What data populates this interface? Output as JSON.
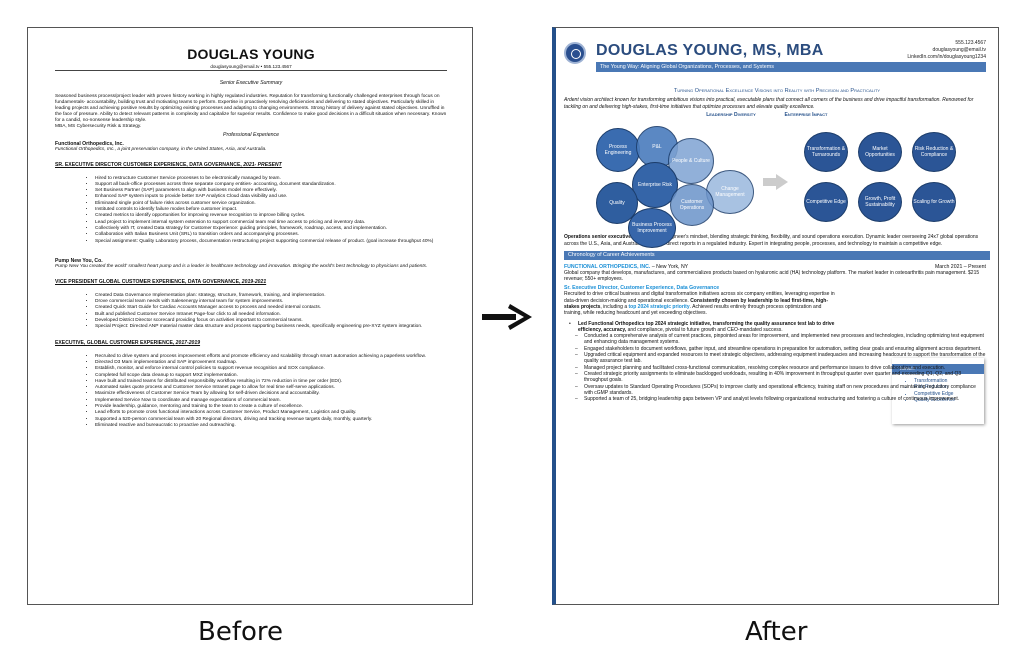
{
  "before": {
    "name": "DOUGLAS YOUNG",
    "contact": "douglasyoung@email.tv • 555.123.4567",
    "subtitle": "Senior Executive Summary",
    "summary": "Seasoned business process/project leader with proven history working in highly regulated industries. Reputation for transforming functionally challenged enterprises through focus on fundamentals- accountability, building trust and motivating teams to perform. Expertise in proactively resolving deficiencies and delivering to stated objectives. Particularly skilled in leading projects and achieving positive results by optimizing existing processes and adapting to changing environments. Strong history of delivery against stated objectives. Unruffled in the face of pressure. Ability to detect relevant patterns in complexity and capitalize for superior results. Confidence to make good decisions in a difficult situation when necessary. Known for a candid, no-nonsense leadership style.",
    "education": "MBA, MS Cybersecurity Risk & Strategy.",
    "exp_heading": "Professional Experience",
    "jobs": [
      {
        "company": "Functional Orthopedics, Inc.",
        "desc": "Functional Orthopedics, Inc., a joint preservation company, in the United States, Asia, and Australia.",
        "role": "SR. EXECUTIVE DIRECTOR CUSTOMER EXPERIENCE, DATA GOVERNANCE, ",
        "dates": "2021- PRESENT",
        "bullets": [
          "Hired to restructure Customer Service processes to be electronically managed by team.",
          "Support all back-office processes across three separate company entities- accounting, document standardization.",
          "Set Business Partner (SAP) parameters to align with business model more effectively.",
          "Enhanced SAP system inputs to provide better SAP Analytics Cloud data visibility and use.",
          "Eliminated single point of failure risks across customer service organization.",
          "Instituted controls to identify failure modes before customer impact.",
          "Created metrics to identify opportunities for improving revenue recognition to improve billing cycles.",
          "Lead project to implement internal system extension to support commercial team real time access to pricing and inventory data.",
          "Collectively with IT, created Data strategy for Customer Experience: guiding principles, framework, roadmap, access, and implementation.",
          "Collaboration with Italian Business Unit (SRL) to transition orders and accompanying processes.",
          "Special assignment: Quality Laboratory process, documentation restructuring project supporting commercial release of product. (goal increase throughput 40%)"
        ]
      },
      {
        "company": "Pump New You, Co.",
        "desc": "Pump New You created the world' smallest heart pump and is a leader in healthcare technology and innovation. Bringing the world's best technology to physicians and patients.",
        "role": "VICE PRESIDENT GLOBAL CUSTOMER EXPERIENCE, DATA GOVERNANCE, ",
        "dates": "2019-2021",
        "bullets": [
          "Created Data Governance Implementation plan: strategy, structure, framework, training, and implementation.",
          "Drove commercial team needs with Salesenergy internal team for system improvements.",
          "Created Quick Start Guide for Cardiac Accounts Manager access to process and needed internal contacts.",
          "Built and published Customer Service Intranet Page-four click to all needed information.",
          "Developed District Director scorecard providing focus on activities important to commercial teams.",
          "Special Project: Directed ANP material master data structure and process supporting business needs, specifically engineering pre-XYZ system integration."
        ]
      },
      {
        "company": "",
        "desc": "",
        "role": "EXECUTIVE, GLOBAL CUSTOMER EXPERIENCE, ",
        "dates": "2017-2019",
        "bullets": [
          "Recruited to drive system and process improvement efforts and promote efficiency and scalability through smart automation achieving a paperless workflow.",
          "Directed D3 Mam implementation and SAP improvement roadmap.",
          "Establish, monitor, and enforce internal control policies to support revenue recognition and SOX compliance.",
          "Completed full scope data cleanup to support MXZ implementation.",
          "Have built and trained teams for distributed responsibility workflow resulting in 72% reduction in time per order (EDI).",
          "Automated sales quote process and Customer Service Intranet page to allow for real time self-serve applications.",
          "Maximize effectiveness of Customer Service Team by allowing for self-driven decisions and accountability.",
          "Implemented Service Now to coordinate and manage expectations of commercial team.",
          "Provide leadership, guidance, mentoring and training to the team to create a culture of excellence.",
          "Lead efforts to promote cross functional interactions across Customer Service, Product Management, Logistics and Quality.",
          "Supported a 520-person commercial team with 20 Regional directors, driving and tracking revenue targets daily, monthly, quarterly.",
          "Eliminated reactive and bureaucratic to proactive and outreaching."
        ]
      }
    ]
  },
  "after": {
    "name": "DOUGLAS YOUNG, MS, MBA",
    "contact": [
      "555.123.4567",
      "douglasyoung@email.tv",
      "LinkedIn.com/in/douglasyoung1234"
    ],
    "band": "The Young Way: Aligning Global Organizations, Processes, and Systems",
    "tagline": "Turning Operational Excellence Visions into Reality with Precision and Practicality",
    "intro": "Ardent vision architect known for transforming ambitious visions into practical, executable plans that connect all corners of the business and drive impactful transformation. Renowned for tackling on and delivering high-stakes, first-time initiatives that optimize processes and elevate quality excellence.",
    "leadership_title": "Leadership Diversity",
    "impact_title": "Enterprise Impact",
    "leadership": [
      "Process Engineering",
      "P&L",
      "People & Culture",
      "Enterprise Risk",
      "Change Management",
      "Quality",
      "Customer Operations",
      "Business Process Improvement"
    ],
    "impacts": [
      "Transformation & Turnarounds",
      "Market Opportunities",
      "Risk Reduction & Compliance",
      "Competitive Edge",
      "Growth, Profit Sustainability",
      "Scaling for Growth"
    ],
    "profile_lead": "Operations senior executive",
    "profile": " with a process engineer's mindset, blending strategic thinking, flexibility, and sound operations execution. Dynamic leader overseeing 24x7 global operations across the U.S., Asia, and Australia with 210+ direct reports in a regulated industry. Expert in integrating people, processes, and technology to maintain a competitive edge.",
    "chron": "Chronology of Career Achievements",
    "company": "FUNCTIONAL ORTHOPEDICS, INC.",
    "location": " – New York, NY",
    "dates": "March 2021 – Present",
    "company_desc": "Global company that develops, manufactures, and commercializes products based on hyaluronic acid (HA) technology platform. The market leader in osteoarthritis pain management. $215 revenue; 550+ employees.",
    "role": "Sr. Executive Director, Customer Experience, Data Governance",
    "role_desc_a": "Recruited to drive critical business and digital transformation initiatives across six company entities, leveraging expertise in data-driven decision-making and operational excellence. ",
    "role_desc_b": "Consistently chosen by leadership to lead first-time, high-stakes projects",
    "role_desc_c": ", including a ",
    "role_desc_d": "top 2024 strategic priority",
    "role_desc_e": ". Achieved results entirely through process optimization and training, while reducing headcount and yet exceeding objectives.",
    "impact_box_title": "Impact",
    "impact_box": [
      "Transformation",
      "Risk Reduction",
      "Competitive Edge",
      "Quality Excellence"
    ],
    "lead_bold": "Led Functional Orthopedics top 2024 strategic initiative, transforming the quality assurance test lab to drive efficiency, accuracy,",
    "lead_rest": " and compliance, pivotal to future growth and CEO-mandated success.",
    "dashes": [
      "Conducted a comprehensive analysis of current practices, pinpointed areas for improvement, and implemented new processes and technologies, including optimizing test equipment and enhancing data management systems.",
      "Engaged stakeholders to document workflows, gather input, and streamline operations in preparation for automation, setting clear goals and ensuring alignment across department.",
      "Upgraded critical equipment and expanded resources to meet strategic objectives, addressing equipment inadequacies and increasing headcount to support the transformation of the quality assurance test lab.",
      "Managed project planning and facilitated cross-functional communication, resolving complex resource and performance issues to drive collaboration and execution.",
      "Created strategic priority assignments to eliminate backlogged workloads, resulting in 40% improvement in throughput quarter over quarter and exceeding Q1, Q2, and Q3 throughput goals.",
      "Oversaw updates to Standard Operating Procedures (SOPs) to improve clarity and operational efficiency, training staff on new procedures and maintaining regulatory compliance with cGMP standards.",
      "Supported a team of 25, bridging leadership gaps between VP and analyst levels following organizational restructuring and fostering a culture of continuous improvement."
    ]
  },
  "labels": {
    "before": "Before",
    "after": "After"
  },
  "colors": {
    "navy": "#24508a",
    "band": "#4a78b5",
    "accent": "#1a8fd6"
  }
}
